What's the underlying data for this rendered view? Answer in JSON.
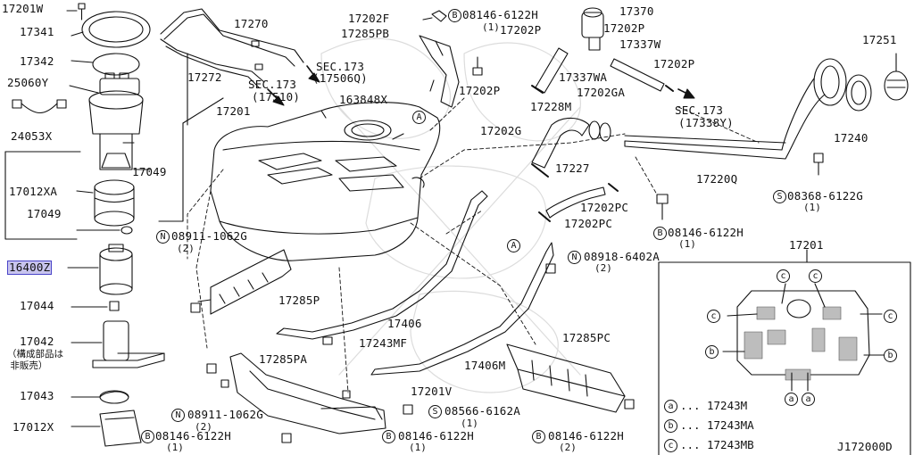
{
  "labels": {
    "p17201W": "17201W",
    "p17341": "17341",
    "p17342": "17342",
    "p25060Y": "25060Y",
    "p24053X": "24053X",
    "p17049a": "17049",
    "p17012XA": "17012XA",
    "p17049b": "17049",
    "p16400Z": "16400Z",
    "p17044": "17044",
    "p17042": "17042",
    "p17042note": "（構成部品は\n 非販売）",
    "p17043": "17043",
    "p17012X": "17012X",
    "p17270": "17270",
    "p17272": "17272",
    "sec173a": "SEC.173",
    "sec173a_sub": "(17510)",
    "sec173b": "SEC.173",
    "sec173b_sub": "(17506Q)",
    "p17201": "17201",
    "p163848X": "163848X",
    "p17202F": "17202F",
    "p17285PB": "17285PB",
    "bolt08146a": "08146-6122H",
    "bolt08146a_qty": "(1)",
    "p17370": "17370",
    "p17202P_1": "17202P",
    "p17202P_2": "17202P",
    "p17337W": "17337W",
    "p17202P_3": "17202P",
    "p17202P_4": "17202P",
    "p17337WA": "17337WA",
    "p17202GA": "17202GA",
    "p17228M": "17228M",
    "sec173c": "SEC.173",
    "sec173c_sub": "(17338Y)",
    "p17251": "17251",
    "p17240": "17240",
    "p17202G": "17202G",
    "p17227": "17227",
    "p17220Q": "17220Q",
    "screw08368": "08368-6122G",
    "screw08368_qty": "(1)",
    "p17202PC_1": "17202PC",
    "p17202PC_2": "17202PC",
    "bolt08146b": "08146-6122H",
    "bolt08146b_qty": "(1)",
    "nut08911a": "08911-1062G",
    "nut08911a_qty": "(2)",
    "nut08918": "08918-6402A",
    "nut08918_qty": "(2)",
    "p17285P": "17285P",
    "p17406": "17406",
    "p17243MF": "17243MF",
    "p17285PC": "17285PC",
    "p17042_": "",
    "p17285PA": "17285PA",
    "p17406M": "17406M",
    "p17201V": "17201V",
    "nut08911b": "08911-1062G",
    "nut08911b_qty": "(2)",
    "screw08566": "08566-6162A",
    "screw08566_qty": "(1)",
    "bolt08146c": "08146-6122H",
    "bolt08146c_qty": "(1)",
    "bolt08146d": "08146-6122H",
    "bolt08146d_qty": "(1)",
    "bolt08146e": "08146-6122H",
    "bolt08146e_qty": "(2)",
    "inset_title": "17201",
    "callout_A1": "A",
    "callout_A2": "A",
    "legend_a": "17243M",
    "legend_b": "17243MA",
    "legend_c": "17243MB",
    "legend_dots": "...",
    "diagram_code": "J172000D",
    "mark_S": "S",
    "mark_N": "N",
    "mark_B": "B",
    "mark_a": "a",
    "mark_b": "b",
    "mark_c": "c"
  },
  "highlight_color": "#c8c4ee"
}
